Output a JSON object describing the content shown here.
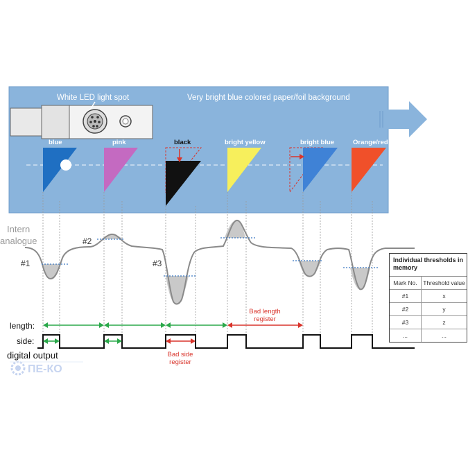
{
  "labels": {
    "led_spot": "White LED light spot",
    "background": "Very bright blue colored paper/foil background",
    "intern_line1": "Intern",
    "intern_line2": "analogue",
    "length": "length:",
    "side": "side:",
    "digital_output": "digital output",
    "bad_length_line1": "Bad length",
    "bad_length_line2": "register",
    "bad_side_line1": "Bad side",
    "bad_side_line2": "register",
    "logo": "ПЕ-КО"
  },
  "marks": [
    {
      "name": "blue",
      "color": "#1f6fc2"
    },
    {
      "name": "pink",
      "color": "#c46ac1"
    },
    {
      "name": "black",
      "color": "#111111"
    },
    {
      "name": "bright yellow",
      "color": "#f7ef5c"
    },
    {
      "name": "bright blue",
      "color": "#3f82d6"
    },
    {
      "name": "Orange/red",
      "color": "#f0502a"
    }
  ],
  "mark_ids": [
    "#1",
    "#2",
    "#3"
  ],
  "table": {
    "title": "Individual thresholds in memory",
    "col1": "Mark No.",
    "col2": "Threshold value",
    "rows": [
      {
        "mark": "#1",
        "value": "x"
      },
      {
        "mark": "#2",
        "value": "y"
      },
      {
        "mark": "#3",
        "value": "z"
      },
      {
        "mark": "...",
        "value": "..."
      }
    ]
  },
  "colors": {
    "panel": "#8ab4dc",
    "arrow": "#8ab4dc",
    "green": "#2aa84a",
    "red": "#d9342b",
    "signal": "#8a8a8a",
    "threshold": "#3a78c2"
  }
}
